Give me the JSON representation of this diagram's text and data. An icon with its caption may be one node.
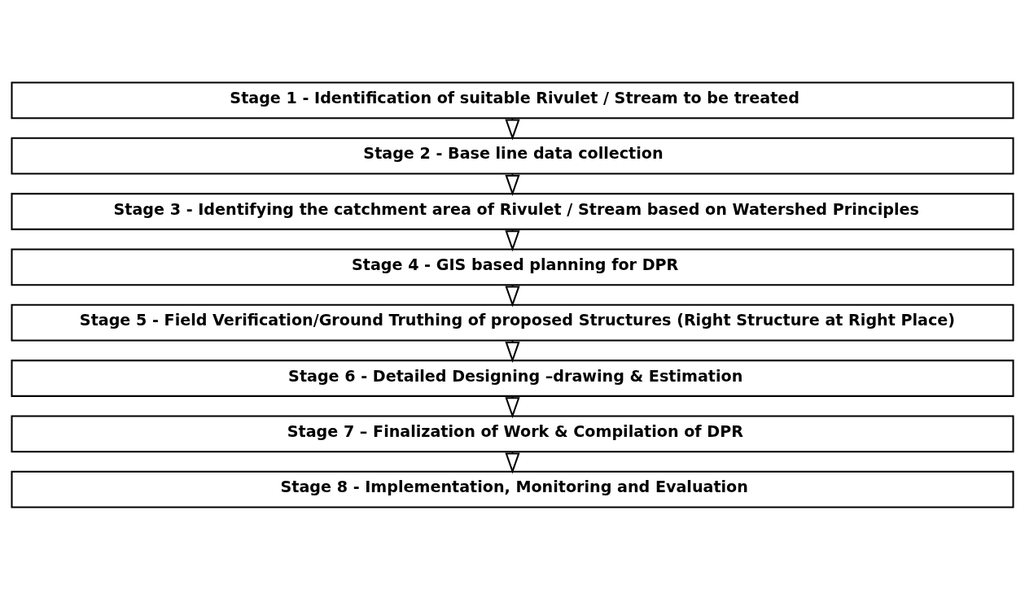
{
  "diagram": {
    "nodes": [
      {
        "text": [
          "Stage 1 - Identification of suitable Rivulet / Stream to be treated"
        ]
      },
      {
        "text": [
          "Stage 2 - Base line data collection"
        ]
      },
      {
        "text": [
          "Stage 3 - Identifying the catchment area of Rivulet / Stream based on Watershed Principles"
        ]
      },
      {
        "text": [
          "Stage 4 - GIS based planning for DPR"
        ]
      },
      {
        "text": [
          "Stage 5 - Field Verification/Ground Truthing of proposed Structures (Right Structure at Right Place)"
        ]
      },
      {
        "text": [
          "Stage 6 - Detailed Designing –drawing & Estimation"
        ]
      },
      {
        "text": [
          "Stage 7 – Finalization of Work & Compilation of DPR"
        ]
      },
      {
        "text": [
          "Stage 8 - Implementation, Monitoring and Evaluation"
        ]
      }
    ],
    "edges": [
      {
        "from": 0,
        "to": 1,
        "arrow": "to"
      },
      {
        "from": 1,
        "to": 2,
        "arrow": "to"
      },
      {
        "from": 2,
        "to": 3,
        "arrow": "to"
      },
      {
        "from": 3,
        "to": 4,
        "arrow": "to"
      },
      {
        "from": 4,
        "to": 5,
        "arrow": "to"
      },
      {
        "from": 5,
        "to": 6,
        "arrow": "to"
      },
      {
        "from": 6,
        "to": 7,
        "arrow": "to"
      }
    ]
  }
}
